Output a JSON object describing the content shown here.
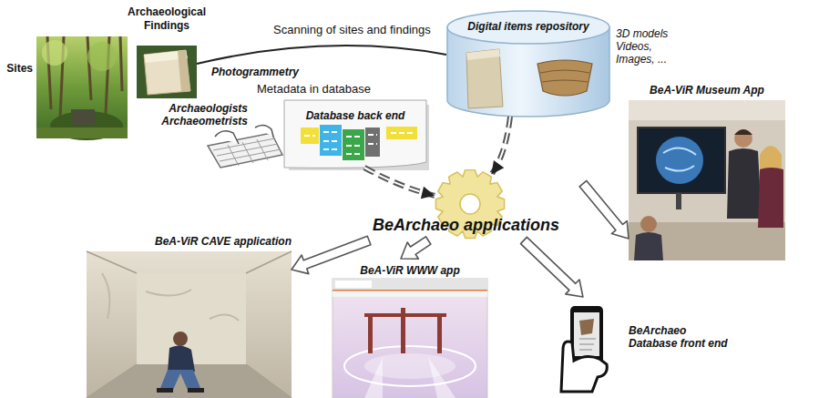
{
  "diagram": {
    "nodes": [
      {
        "text": [
          "Sites"
        ]
      },
      {
        "text": [
          "Archaeological Findings"
        ]
      },
      {
        "text": [
          "Digital items repository"
        ]
      },
      {
        "text": [
          "Database back end"
        ]
      },
      {
        "text": [
          "BeArchaeo applications"
        ]
      },
      {
        "text": [
          "BeA-ViR CAVE application"
        ]
      },
      {
        "text": [
          "BeA-ViR WWW app"
        ]
      },
      {
        "text": [
          "BeArchaeo Database front end"
        ]
      },
      {
        "text": [
          "BeA-ViR Museum App"
        ]
      }
    ],
    "edges": [
      {
        "from": 1,
        "to": 2,
        "arrow": "none",
        "label": "Photogrammetry"
      },
      {
        "from": 2,
        "to": 4,
        "arrow": "to"
      },
      {
        "from": 3,
        "to": 4,
        "arrow": "to"
      },
      {
        "from": 4,
        "to": 5,
        "arrow": "to"
      },
      {
        "from": 4,
        "to": 6,
        "arrow": "to"
      },
      {
        "from": 4,
        "to": 7,
        "arrow": "to"
      },
      {
        "from": 4,
        "to": 8,
        "arrow": "to"
      }
    ],
    "labels": [
      "Scanning of sites and findings",
      "3D models Videos, Images, ...",
      "Archaeologists Archaeometrists",
      "Metadata in database"
    ]
  }
}
